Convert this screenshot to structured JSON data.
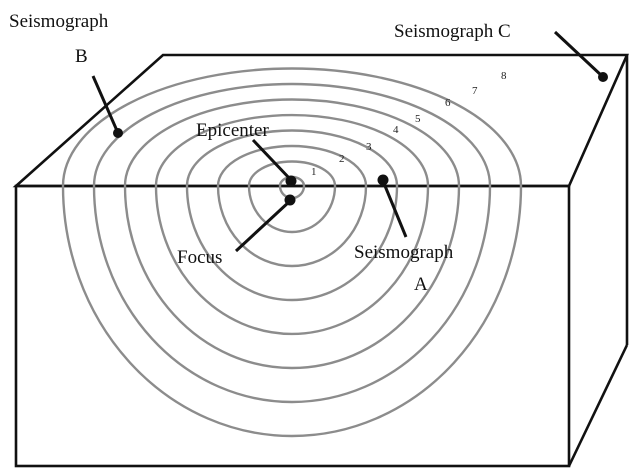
{
  "labels": {
    "seismograph_b_line1": "Seismograph",
    "seismograph_b_line2": "B",
    "seismograph_c": "Seismograph C",
    "epicenter": "Epicenter",
    "focus": "Focus",
    "seismograph_a_line1": "Seismograph",
    "seismograph_a_line2": "A"
  },
  "wave_numbers": [
    "1",
    "2",
    "3",
    "4",
    "5",
    "6",
    "7",
    "8"
  ],
  "colors": {
    "wave_lines": "#8c8c8c",
    "outline": "#111111",
    "background": "#ffffff"
  }
}
